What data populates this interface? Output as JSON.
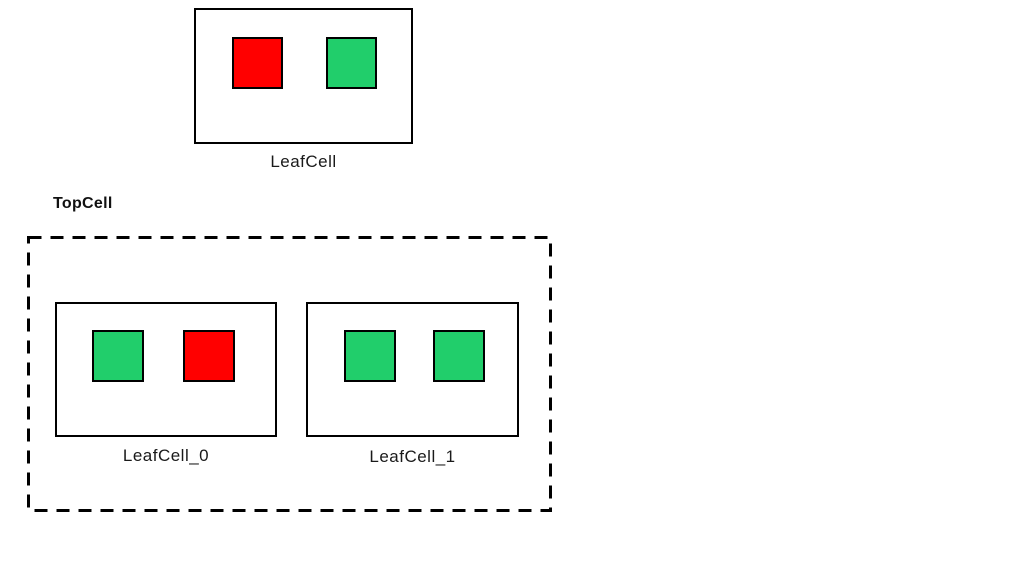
{
  "canvas": {
    "background": "#ffffff"
  },
  "palette": {
    "red": "#ff0000",
    "green": "#21ce6b",
    "outline": "#000000"
  },
  "master_cell": {
    "label": "LeafCell",
    "blocks": [
      {
        "name": "red-block",
        "color": "#ff0000"
      },
      {
        "name": "green-block",
        "color": "#21ce6b"
      }
    ]
  },
  "top_cell": {
    "label": "TopCell",
    "instances": [
      {
        "label": "LeafCell_0",
        "blocks": [
          {
            "name": "green-block",
            "color": "#21ce6b"
          },
          {
            "name": "red-block",
            "color": "#ff0000"
          }
        ]
      },
      {
        "label": "LeafCell_1",
        "blocks": [
          {
            "name": "green-block",
            "color": "#21ce6b"
          },
          {
            "name": "green-block",
            "color": "#21ce6b"
          }
        ]
      }
    ]
  }
}
